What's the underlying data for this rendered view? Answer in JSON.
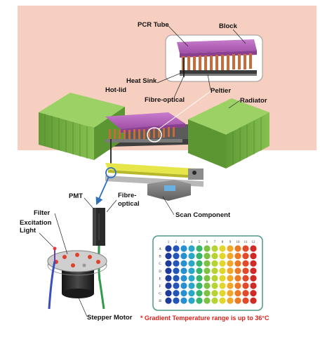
{
  "labels": {
    "pcr_tube": "PCR Tube",
    "block": "Block",
    "heat_sink": "Heat Sink",
    "hot_lid": "Hot-lid",
    "fibre_optical_top": "Fibre-optical",
    "peltier": "Peltier",
    "radiator": "Radiator",
    "pmt": "PMT",
    "fibre_optical_bottom_1": "Fibre-",
    "fibre_optical_bottom_2": "optical",
    "filter": "Filter",
    "excitation_1": "Excitation",
    "excitation_2": "Light",
    "scan_component": "Scan Component",
    "stepper_motor": "Stepper Motor"
  },
  "note": "* Gradient Temperature range is up to 36°C",
  "plate": {
    "columns": [
      "1",
      "2",
      "3",
      "4",
      "5",
      "6",
      "7",
      "8",
      "9",
      "10",
      "11",
      "12"
    ],
    "rows": [
      "A",
      "B",
      "C",
      "D",
      "E",
      "F",
      "G",
      "H"
    ],
    "column_colors": [
      "#1f3a9a",
      "#2356b8",
      "#2a8fcf",
      "#2aa6c9",
      "#38b56a",
      "#7cc242",
      "#b5d334",
      "#e2d62b",
      "#f0a72a",
      "#ec7a25",
      "#e2492a",
      "#d12a26"
    ]
  },
  "colors": {
    "background_band": "#f6cfc0",
    "radiator_green": "#7ab648",
    "lid_purple": "#b264b8",
    "tube_orange": "#c86a3a",
    "rail_yellow": "#e6e64a",
    "note_red": "#e0221c",
    "callout_blue": "#2f6fc0"
  }
}
